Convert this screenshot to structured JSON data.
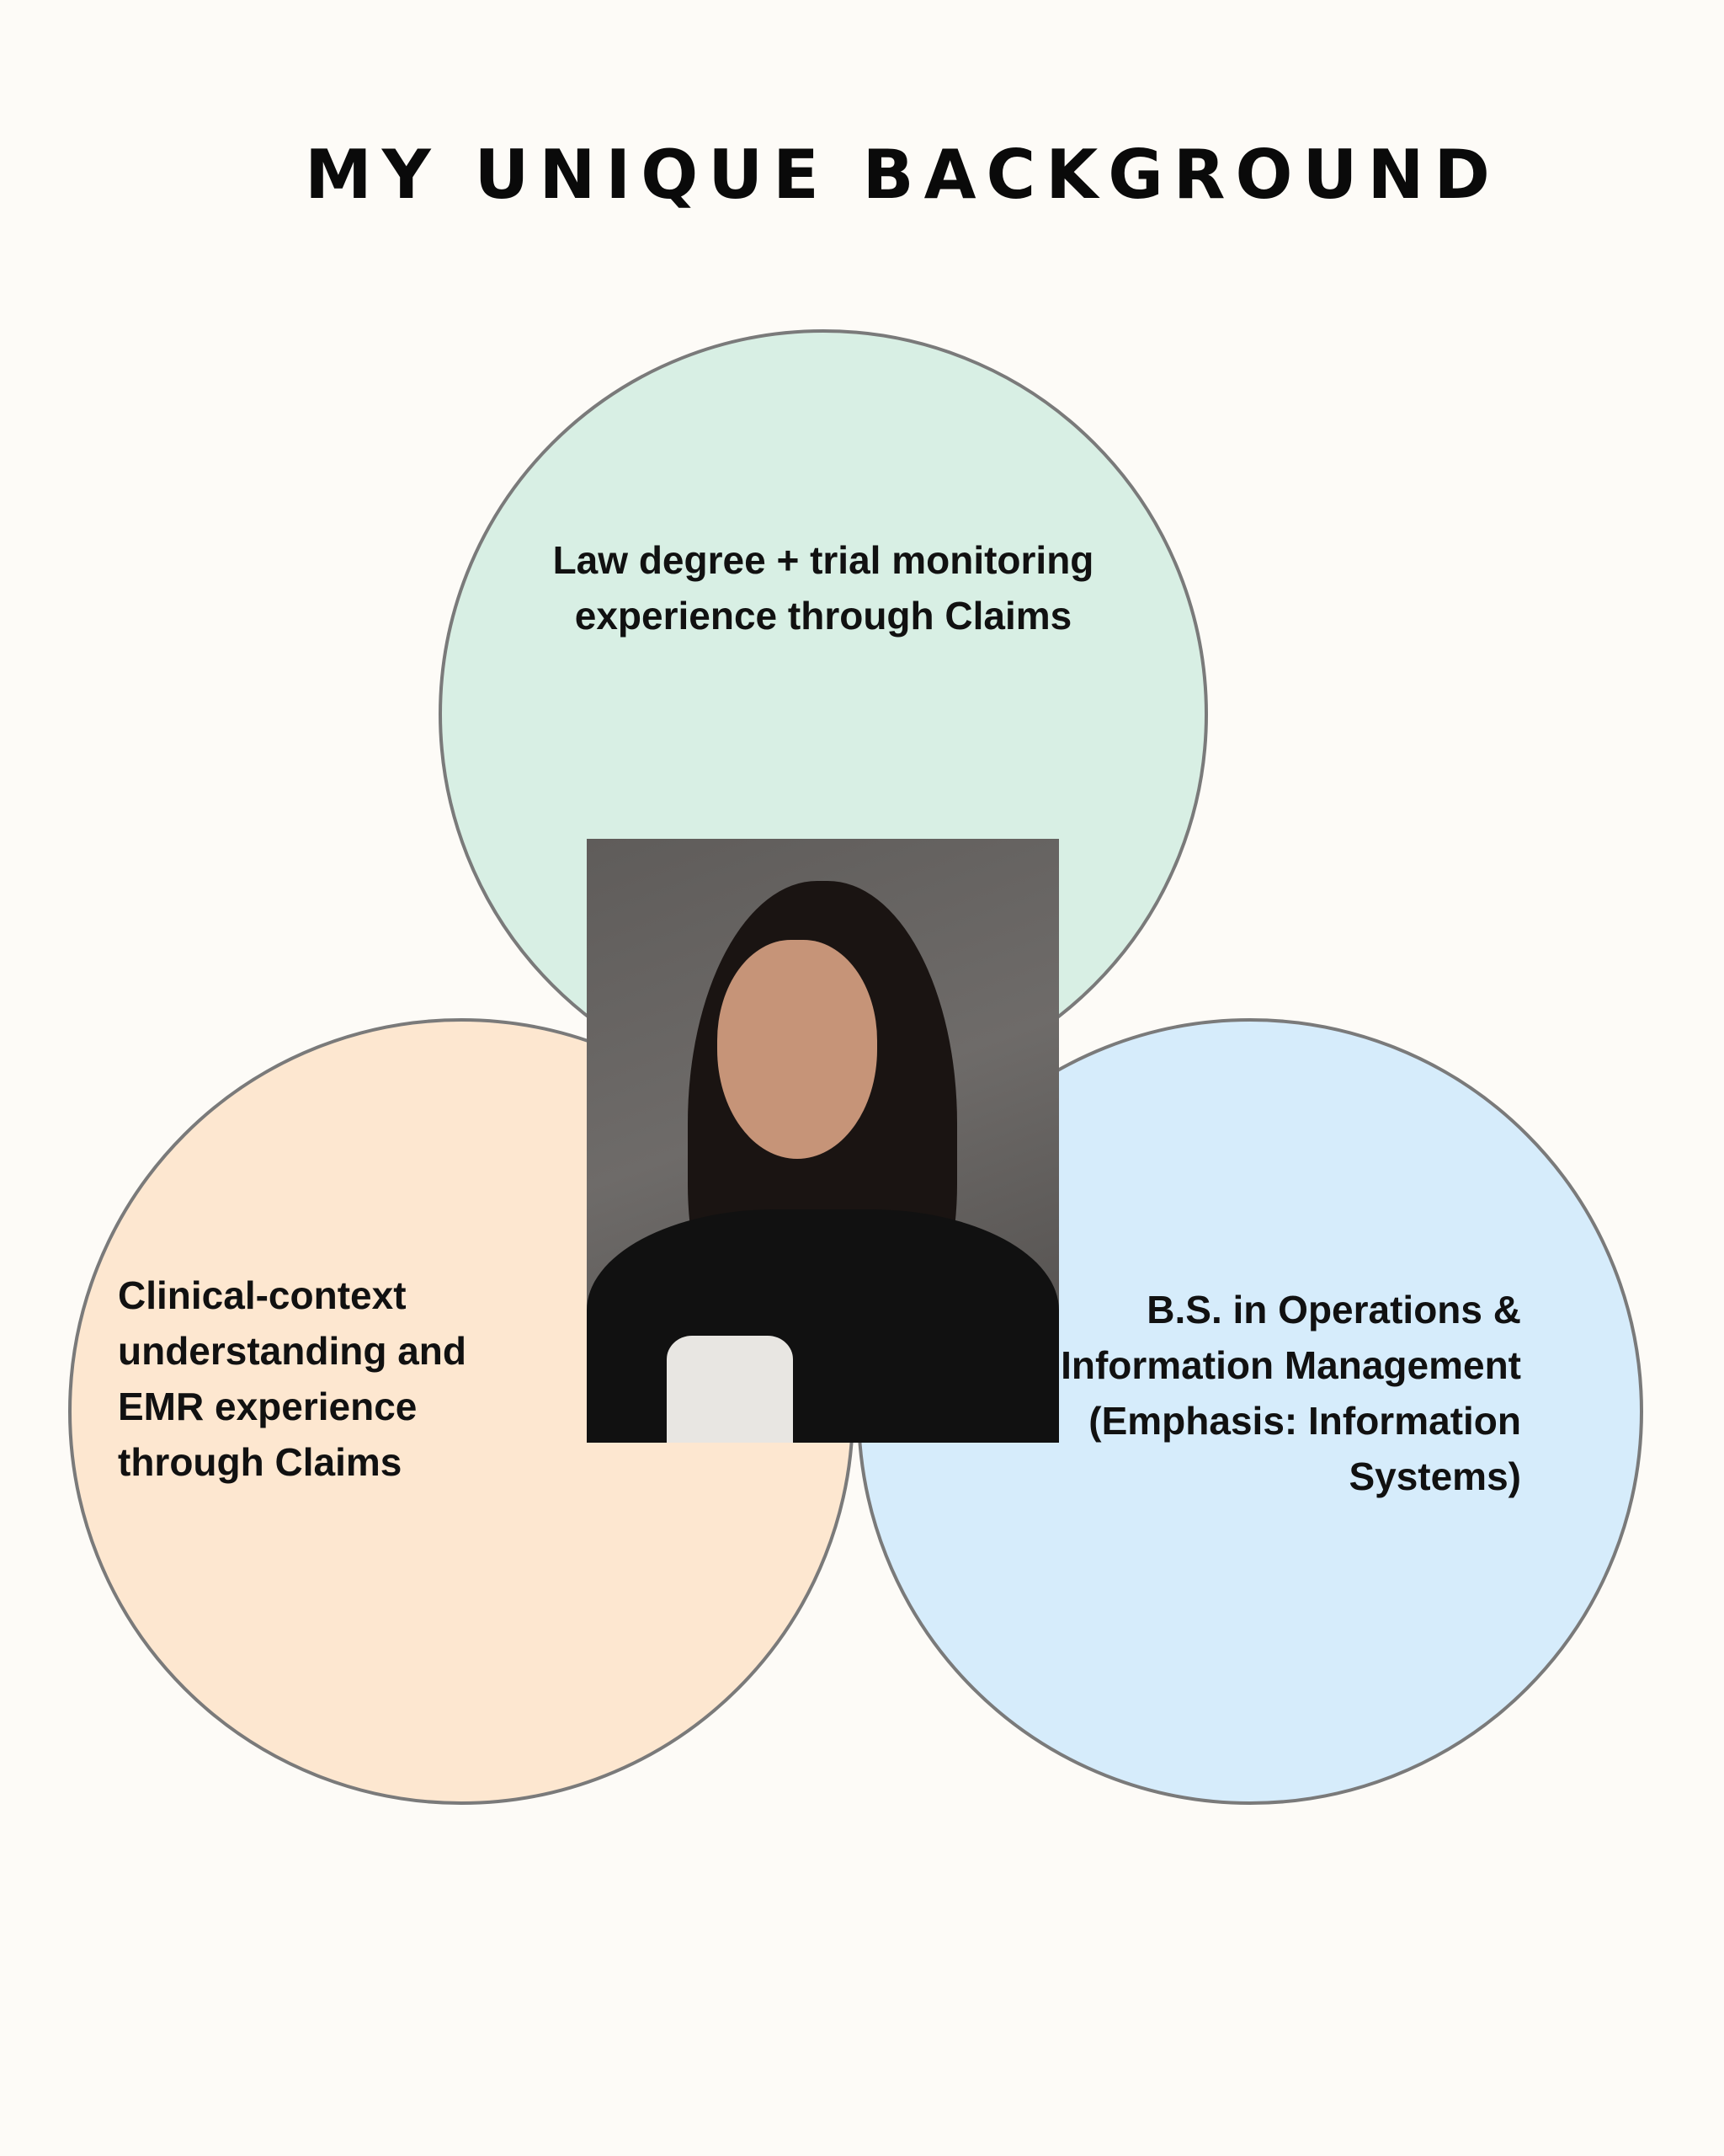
{
  "title": "MY UNIQUE BACKGROUND",
  "circles": [
    {
      "id": "top",
      "label": "Law degree + trial monitoring experience through Claims",
      "color": "#d8efe4"
    },
    {
      "id": "left",
      "label": "Clinical-context understanding and EMR experience through Claims",
      "color": "#fde7d0"
    },
    {
      "id": "right",
      "label": "B.S. in Operations & Information Management (Emphasis: Information Systems)",
      "color": "#d6ecfb"
    }
  ],
  "stroke_color": "#7a7a7a",
  "photo": {
    "alt": "Professional headshot portrait"
  }
}
